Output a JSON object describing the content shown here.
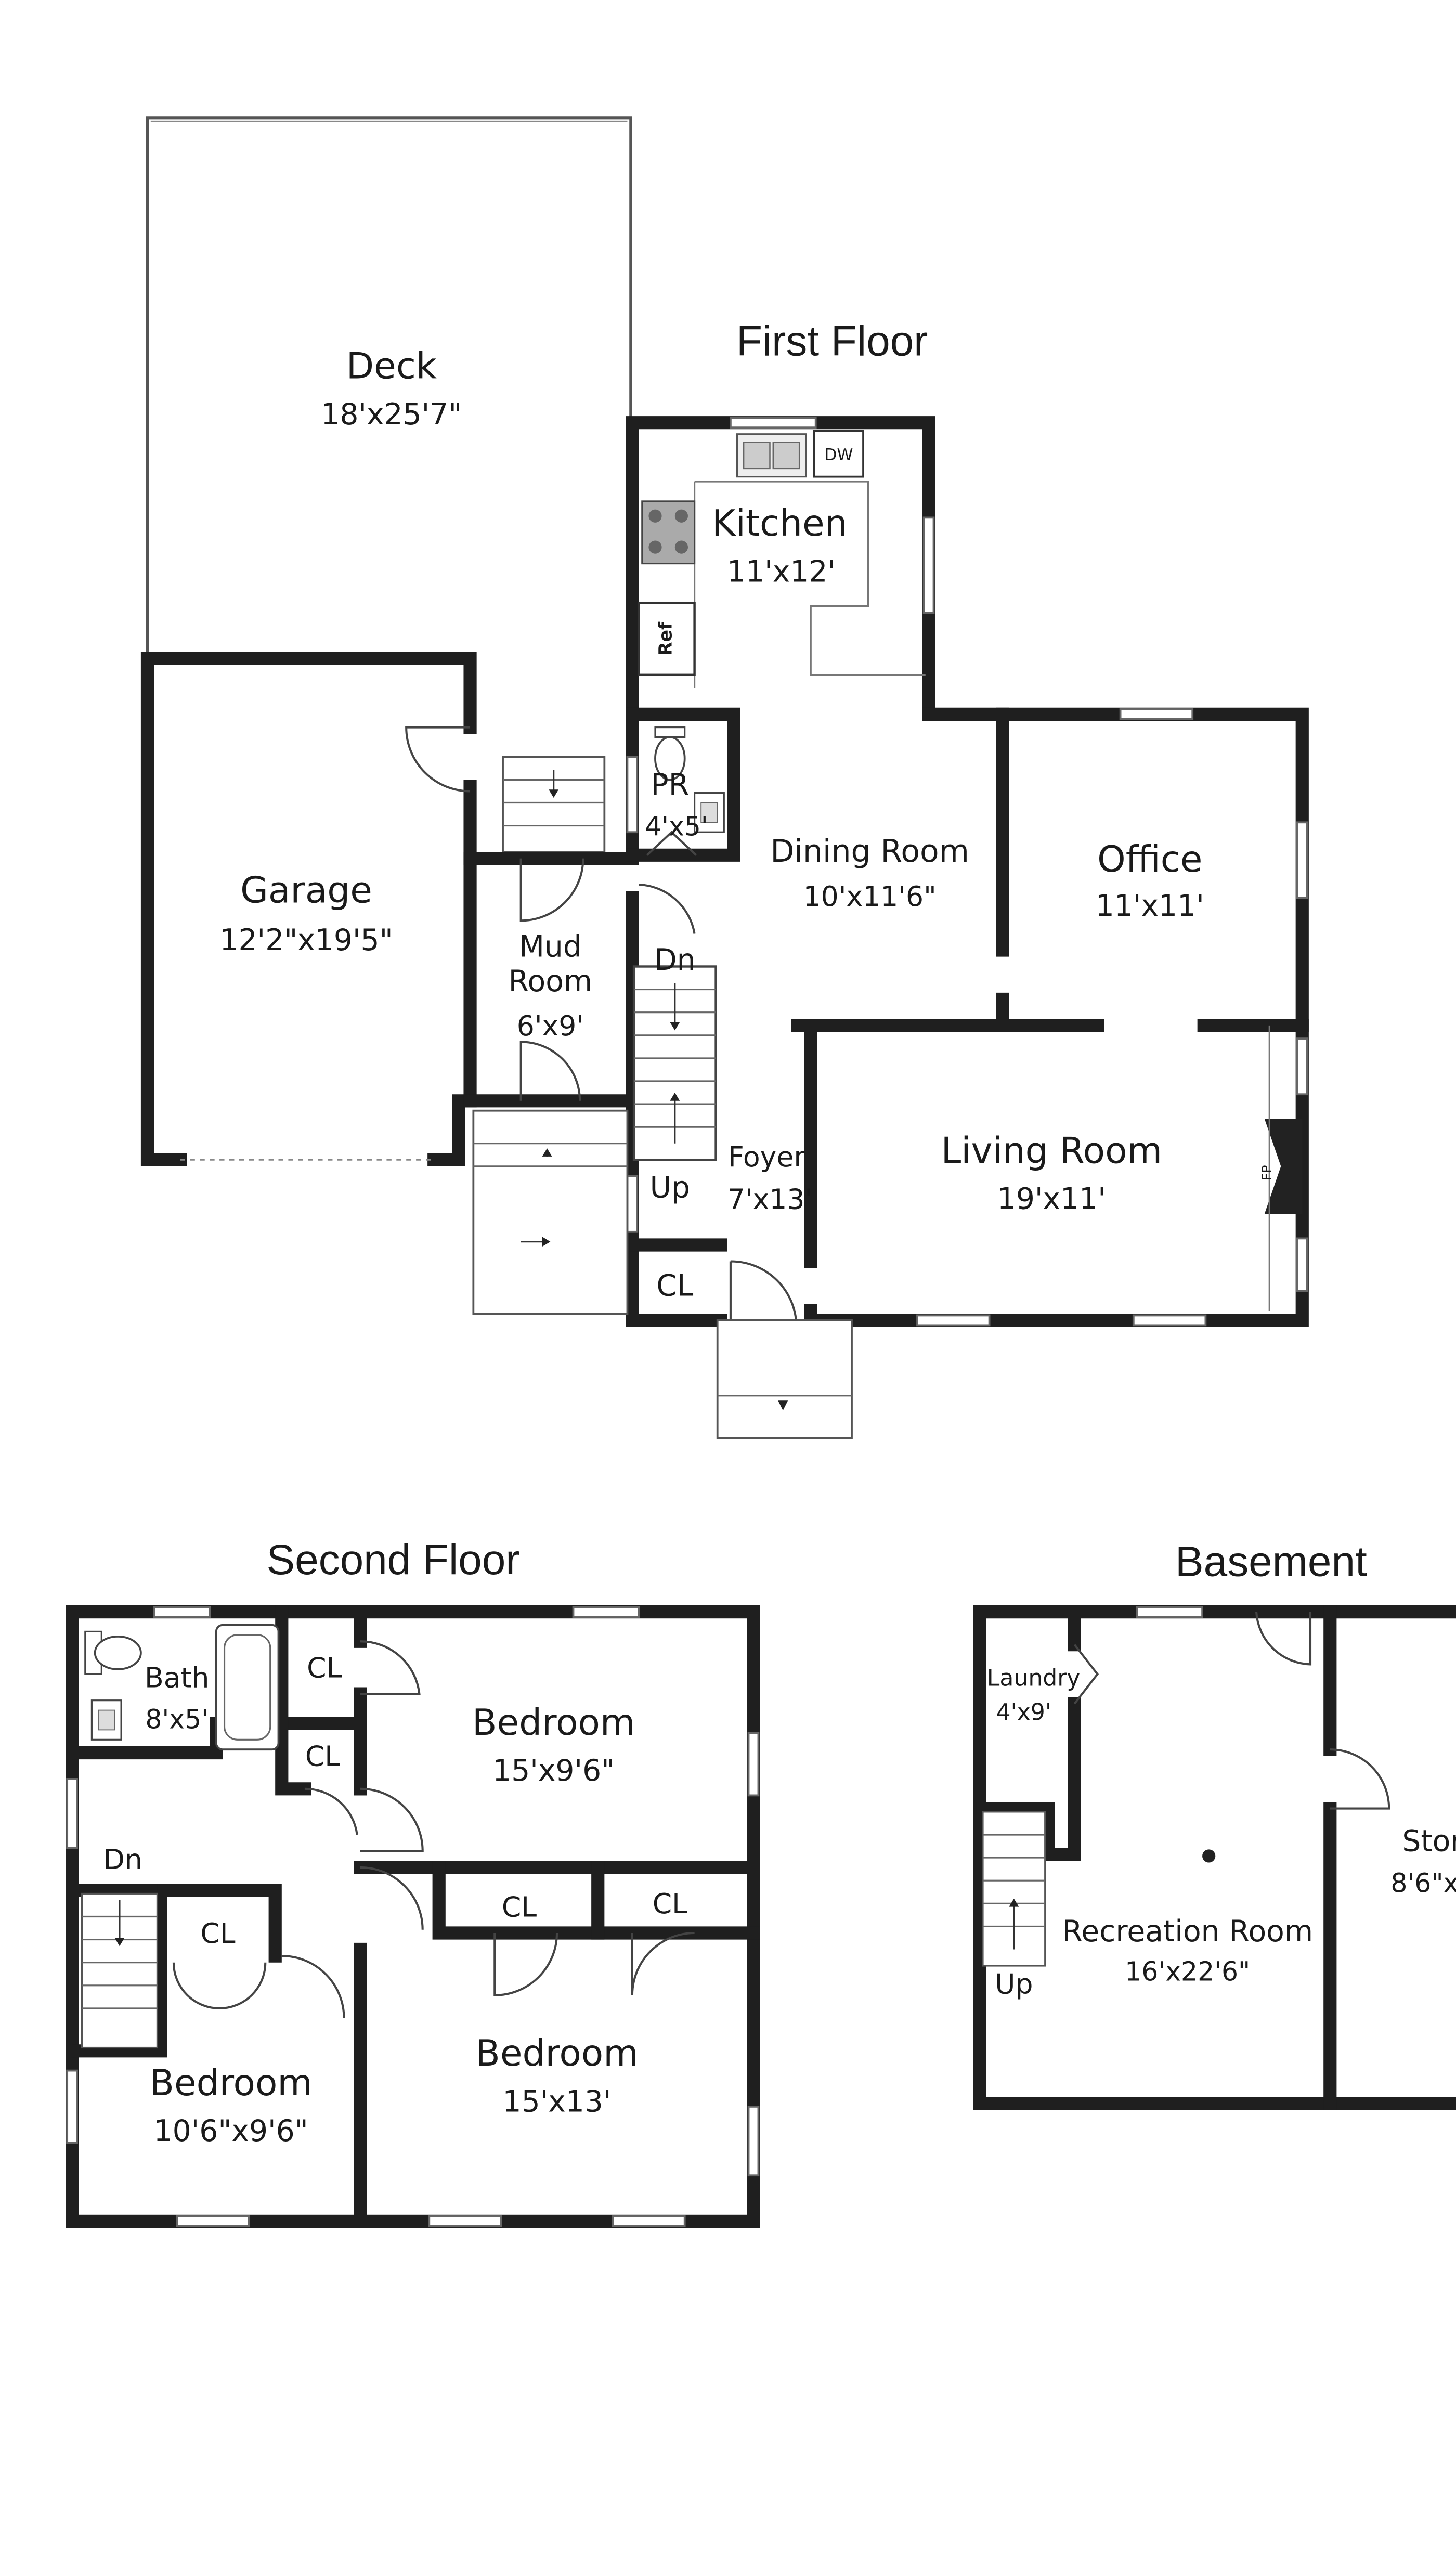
{
  "first_floor": {
    "title": "First Floor",
    "rooms": {
      "deck": {
        "name": "Deck",
        "size": "18'x25'7\""
      },
      "garage": {
        "name": "Garage",
        "size": "12'2\"x19'5\""
      },
      "kitchen": {
        "name": "Kitchen",
        "size": "11'x12'"
      },
      "powder_room": {
        "name": "PR",
        "size": "4'x5'"
      },
      "dining_room": {
        "name": "Dining Room",
        "size": "10'x11'6\""
      },
      "office": {
        "name": "Office",
        "size": "11'x11'"
      },
      "mud_room": {
        "name_line1": "Mud",
        "name_line2": "Room",
        "size": "6'x9'"
      },
      "living_room": {
        "name": "Living Room",
        "size": "19'x11'"
      },
      "foyer": {
        "name": "Foyer",
        "size": "7'x13'"
      }
    },
    "labels": {
      "dw": "DW",
      "ref": "Ref",
      "dn": "Dn",
      "up": "Up",
      "cl": "CL",
      "fp": "FP"
    }
  },
  "second_floor": {
    "title": "Second Floor",
    "rooms": {
      "bath": {
        "name": "Bath",
        "size": "8'x5'"
      },
      "bedroom_1": {
        "name": "Bedroom",
        "size": "15'x9'6\""
      },
      "bedroom_2": {
        "name": "Bedroom",
        "size": "10'6\"x9'6\""
      },
      "bedroom_3": {
        "name": "Bedroom",
        "size": "15'x13'"
      }
    },
    "labels": {
      "cl": "CL",
      "dn": "Dn"
    }
  },
  "basement": {
    "title": "Basement",
    "rooms": {
      "laundry": {
        "name": "Laundry",
        "size": "4'x9'"
      },
      "recreation_room": {
        "name": "Recreation Room",
        "size": "16'x22'6\""
      },
      "storage": {
        "name": "Stor",
        "size": "8'6\"x"
      }
    },
    "labels": {
      "up": "Up"
    }
  }
}
